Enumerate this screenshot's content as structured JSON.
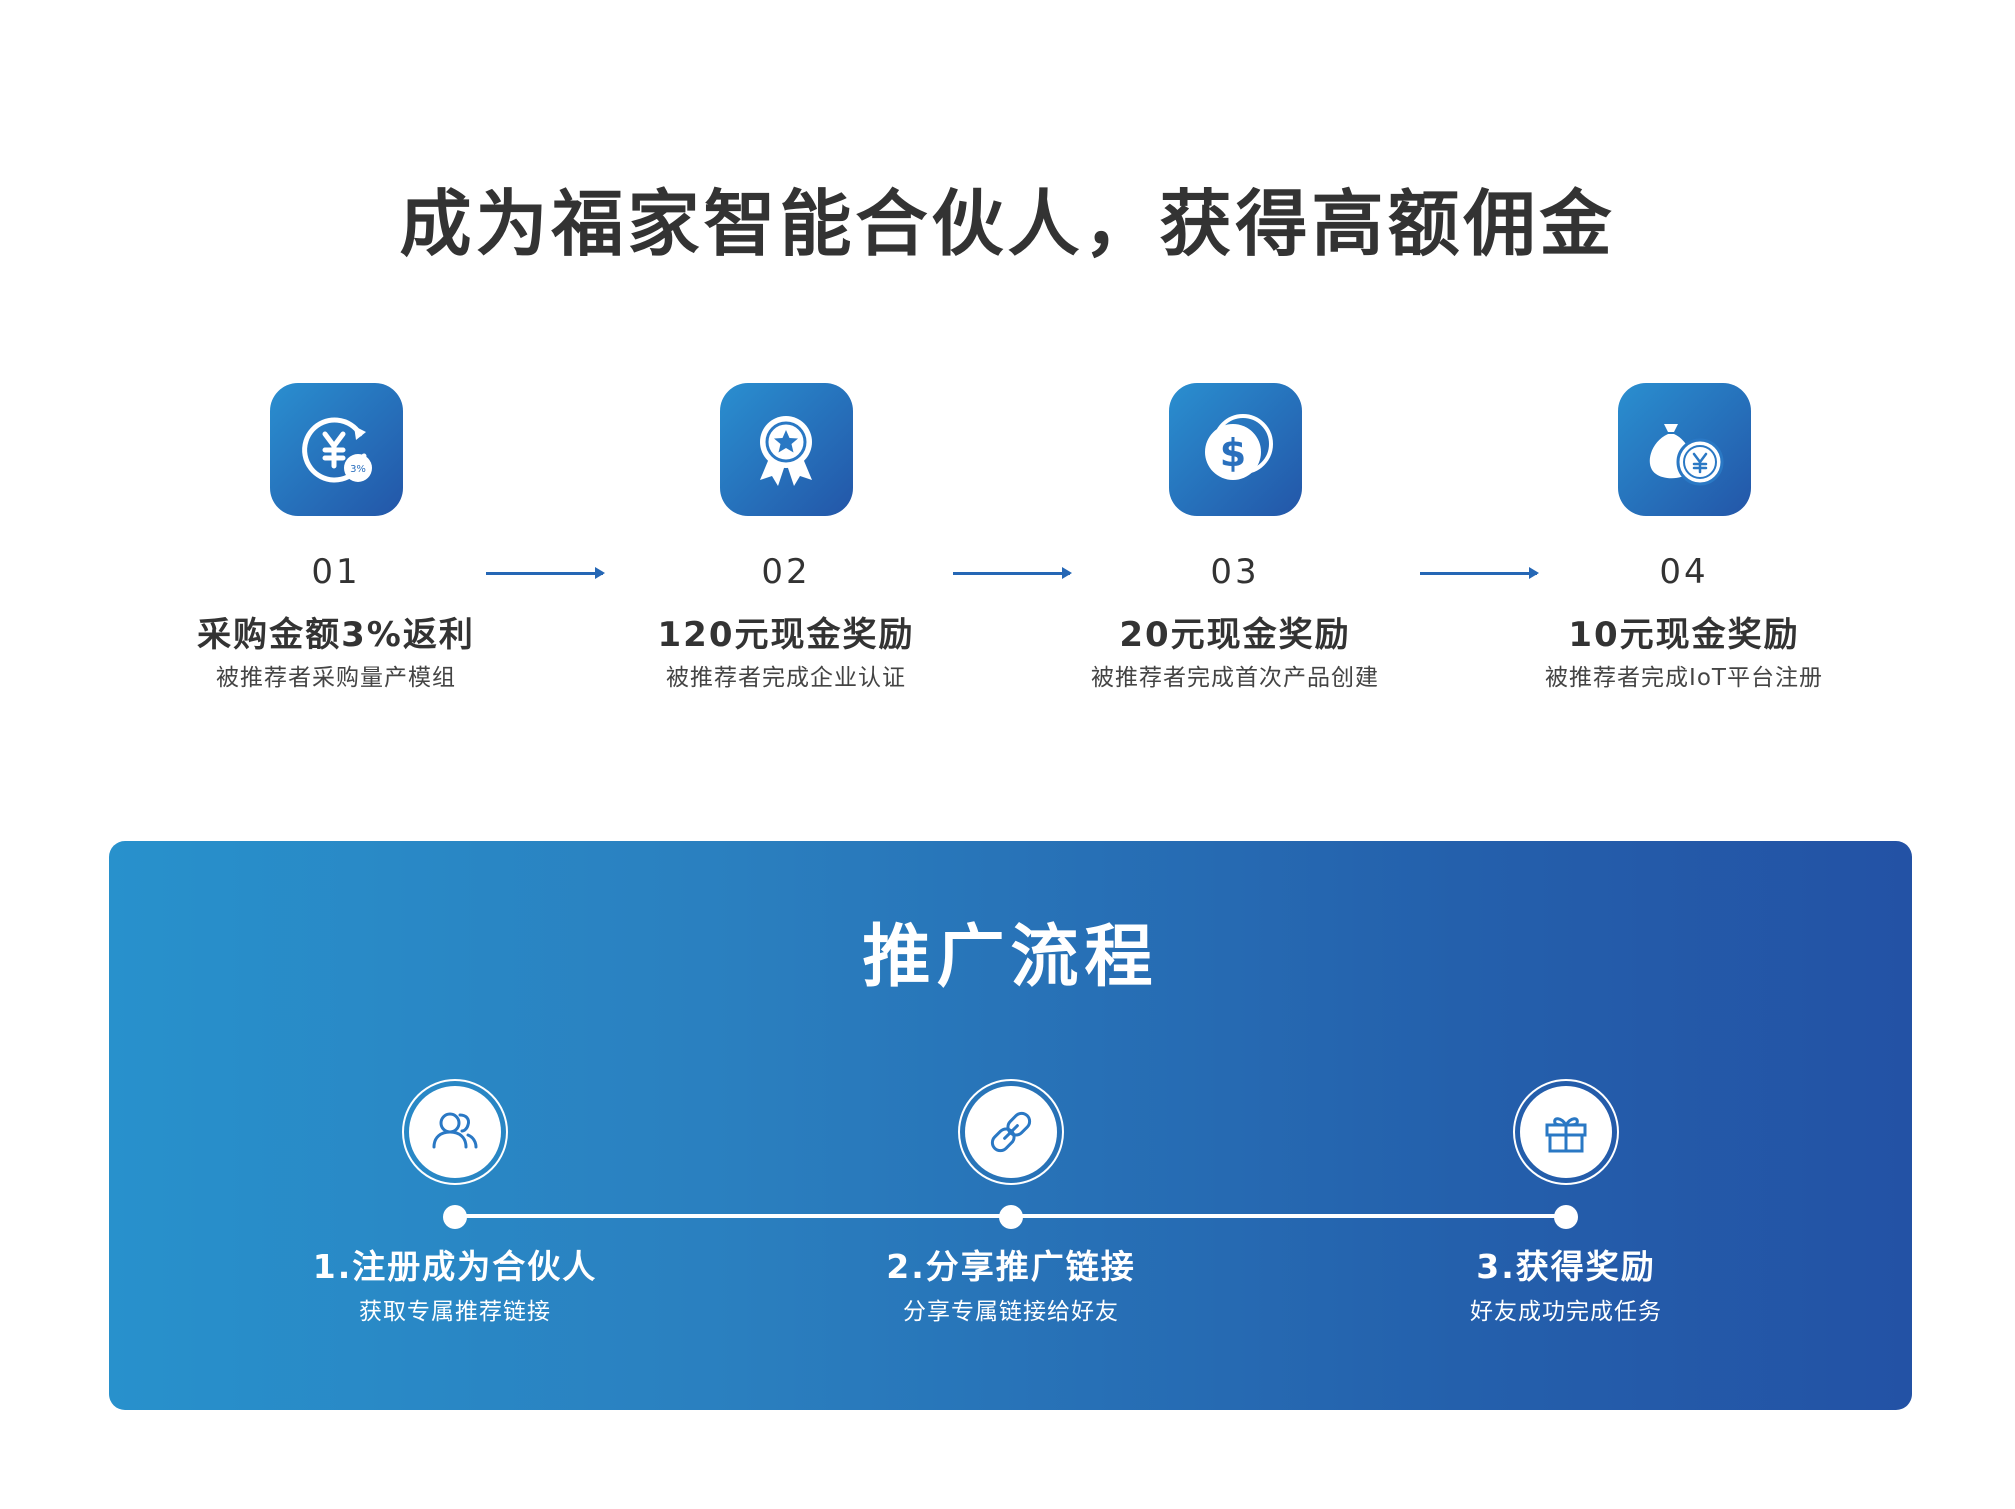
{
  "page": {
    "title": "成为福家智能合伙人，获得高额佣金"
  },
  "rewards": [
    {
      "num": "01",
      "title": "采购金额3%返利",
      "desc": "被推荐者采购量产模组",
      "icon": "yen-refresh-icon",
      "badge": "3%"
    },
    {
      "num": "02",
      "title": "120元现金奖励",
      "desc": "被推荐者完成企业认证",
      "icon": "award-badge-icon"
    },
    {
      "num": "03",
      "title": "20元现金奖励",
      "desc": "被推荐者完成首次产品创建",
      "icon": "dollar-coins-icon"
    },
    {
      "num": "04",
      "title": "10元现金奖励",
      "desc": "被推荐者完成IoT平台注册",
      "icon": "money-bag-icon"
    }
  ],
  "promo": {
    "title": "推广流程",
    "steps": [
      {
        "title": "1.注册成为合伙人",
        "desc": "获取专属推荐链接",
        "icon": "users-icon"
      },
      {
        "title": "2.分享推广链接",
        "desc": "分享专属链接给好友",
        "icon": "link-icon"
      },
      {
        "title": "3.获得奖励",
        "desc": "好友成功完成任务",
        "icon": "gift-icon"
      }
    ]
  },
  "colors": {
    "icon_gradient_start": "#2a8fd0",
    "icon_gradient_end": "#2356a8",
    "arrow": "#2567b5",
    "panel_gradient_start": "#2891cc",
    "panel_gradient_end": "#2352a5",
    "title_text": "#333333"
  }
}
